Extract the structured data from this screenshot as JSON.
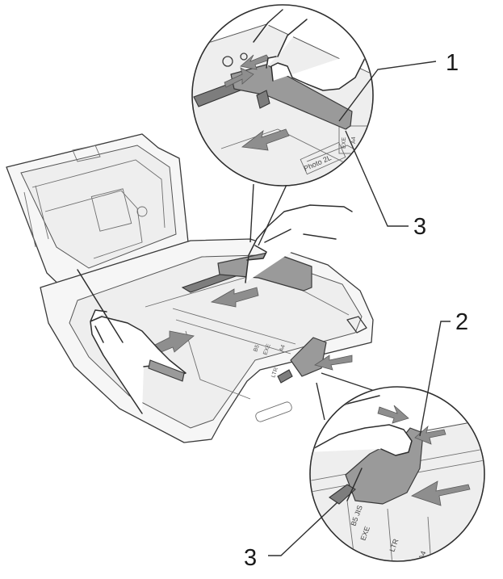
{
  "callouts": [
    {
      "id": "1",
      "label": "1"
    },
    {
      "id": "3a",
      "label": "3"
    },
    {
      "id": "2",
      "label": "2"
    },
    {
      "id": "3b",
      "label": "3"
    }
  ],
  "tray_markings": {
    "top_zoom": [
      "Photo 2L",
      "EXE",
      "A4"
    ],
    "bottom_zoom": [
      "B5 JIS",
      "EXE",
      "LTR",
      "A4"
    ]
  },
  "colors": {
    "guide_fill": "#9a9a9a",
    "arrow_fill": "#8e8e8e",
    "line": "#3a3a3a"
  }
}
